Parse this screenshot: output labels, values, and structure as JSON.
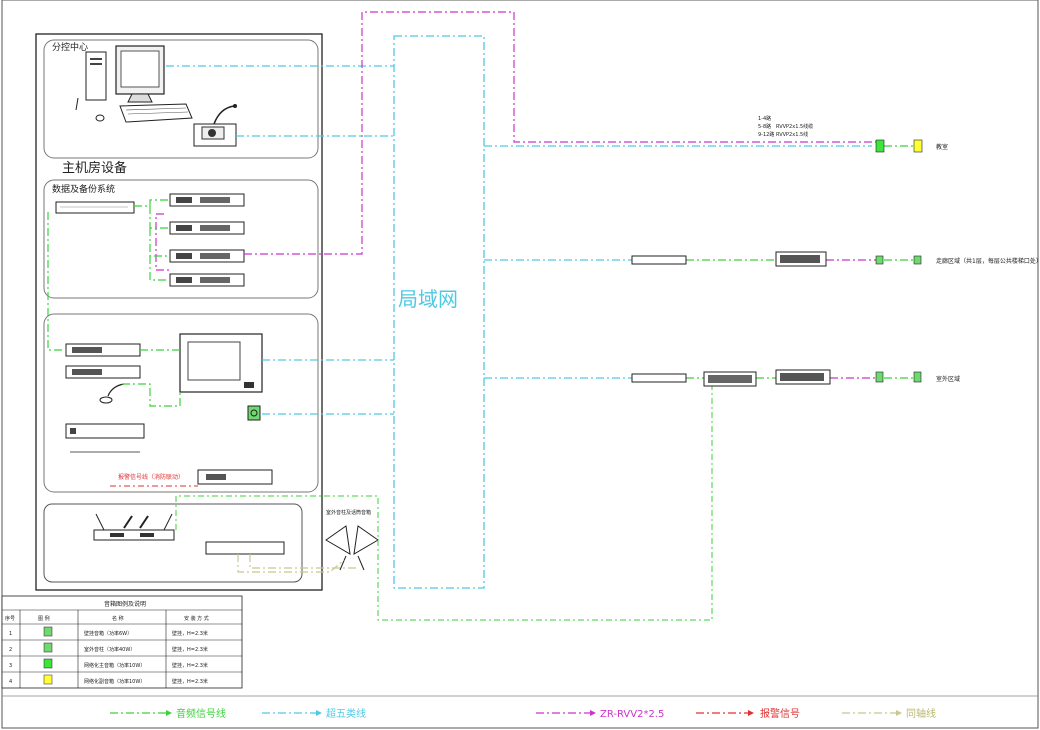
{
  "labels": {
    "control_center": "分控中心",
    "host_room": "主机房设备",
    "backup_system": "数据及备份系统",
    "lan": "局域网",
    "zone1": "教室",
    "zone2": "走廊区域（共1层，每层公共楼梯口处）",
    "zone3": "室外区域",
    "cable_note_1": "1-4路",
    "cable_note_2": "5-8路",
    "cable_note_3": "9-12路",
    "cable_spec_1": "RVVP2x1.5线缆",
    "cable_spec_2": "RVVP2x1.5线",
    "alarm_note": "报警信号线（消防联动）",
    "outdoor_mic_note": "室外音柱及话筒音箱"
  },
  "legend_table": {
    "title": "音箱图例及说明",
    "headers": [
      "序号",
      "图 例",
      "名 称",
      "安 装 方 式"
    ],
    "rows": [
      {
        "no": "1",
        "color": "#6fd86f",
        "name": "壁挂音箱（功率6W）",
        "install": "壁挂，H=2.3米"
      },
      {
        "no": "2",
        "color": "#6fd86f",
        "name": "室外音柱（功率40W）",
        "install": "壁挂，H=2.3米"
      },
      {
        "no": "3",
        "color": "#39e639",
        "name": "网络化主音箱（功率10W）",
        "install": "壁挂，H=2.3米"
      },
      {
        "no": "4",
        "color": "#ffff33",
        "name": "网络化副音箱（功率10W）",
        "install": "壁挂，H=2.3米"
      }
    ]
  },
  "line_legend": [
    {
      "label": "音频信号线",
      "color": "#3cd13c",
      "style": "dash-dot"
    },
    {
      "label": "超五类线",
      "color": "#4fc9e3",
      "style": "dash-dot"
    },
    {
      "label": "ZR-RVV2*2.5",
      "color": "#cc33cc",
      "style": "dash-dot"
    },
    {
      "label": "报警信号",
      "color": "#e03030",
      "style": "dash-dot"
    },
    {
      "label": "同轴线",
      "color": "#c8c890",
      "style": "dash-dot"
    }
  ],
  "colors": {
    "audio": "#3cd13c",
    "cat5": "#4fc9e3",
    "power": "#cc33cc",
    "alarm": "#e03030",
    "coax": "#c8c890",
    "speaker_green": "#39e639",
    "speaker_yellow": "#ffff33"
  }
}
